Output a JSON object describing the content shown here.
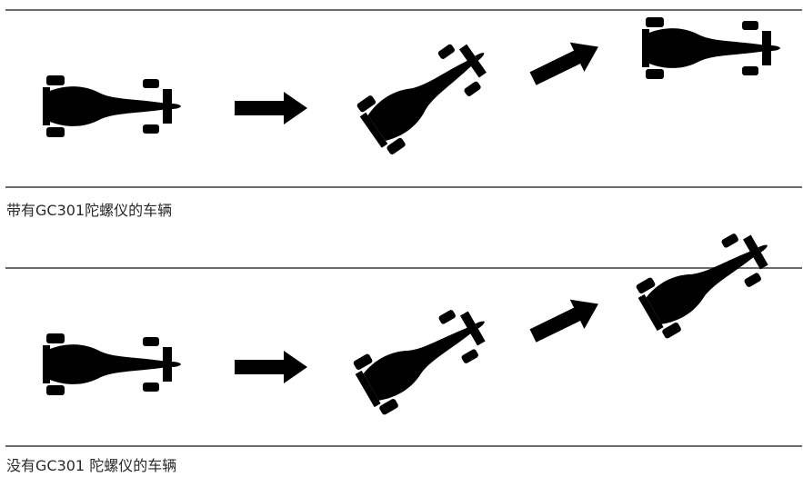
{
  "panels": [
    {
      "caption": "带有GC301陀螺仪的车辆",
      "cars": [
        {
          "state": "straight",
          "heading_deg": 0
        },
        {
          "state": "turning",
          "heading_deg": -35
        },
        {
          "state": "straight",
          "heading_deg": 0
        }
      ]
    },
    {
      "caption": "没有GC301 陀螺仪的车辆",
      "cars": [
        {
          "state": "straight",
          "heading_deg": 0
        },
        {
          "state": "turning",
          "heading_deg": -30
        },
        {
          "state": "turning",
          "heading_deg": -30
        }
      ]
    }
  ],
  "icons": {
    "car": "race-car-icon",
    "arrow": "arrow-icon"
  },
  "colors": {
    "rule": "#6b6b6b",
    "outline": "#3a3a3a",
    "tire": "#c8c8c8"
  }
}
